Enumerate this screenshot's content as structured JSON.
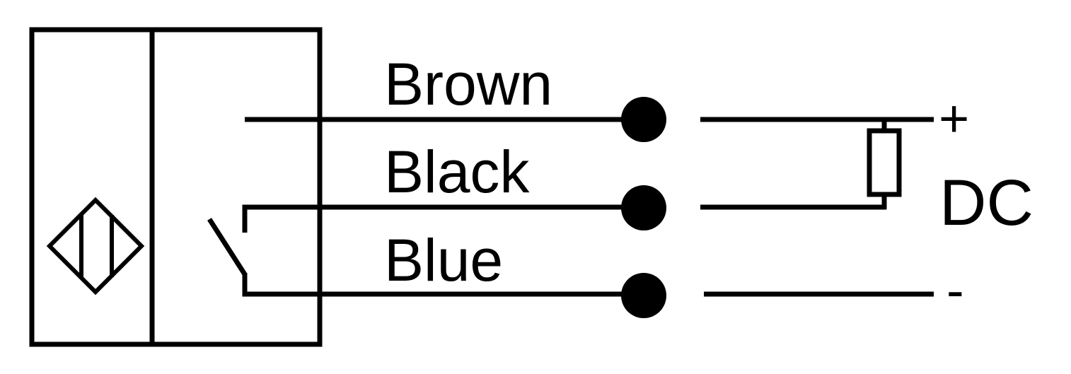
{
  "wires": [
    {
      "id": "brown",
      "label": "Brown"
    },
    {
      "id": "black",
      "label": "Black"
    },
    {
      "id": "blue",
      "label": "Blue"
    }
  ],
  "supply": {
    "plus": "+",
    "type": "DC",
    "minus": "-"
  },
  "colors": {
    "line": "#000000",
    "background": "#ffffff"
  }
}
